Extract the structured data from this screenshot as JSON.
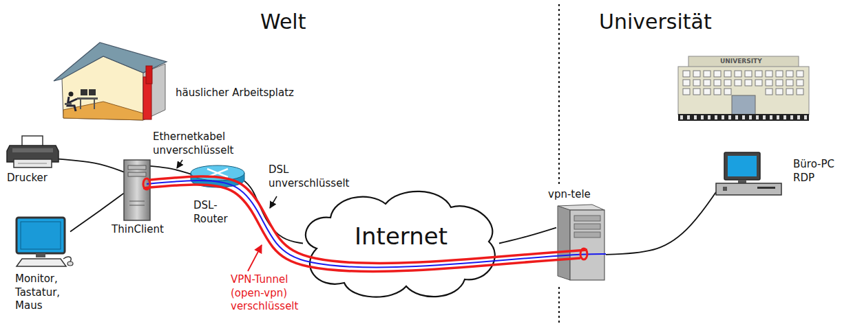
{
  "diagram": {
    "nodes": [
      {
        "text": [
          "Drucker"
        ]
      },
      {
        "text": [
          "Monitor, Tastatur, Maus"
        ]
      },
      {
        "text": [
          "ThinClient"
        ]
      },
      {
        "text": [
          "DSL-Router"
        ]
      },
      {
        "text": [
          "Internet"
        ]
      },
      {
        "text": [
          "vpn-tele"
        ]
      },
      {
        "text": [
          "Büro-PC RDP"
        ]
      }
    ],
    "edges": [
      {
        "from": 0,
        "to": 2,
        "arrow": "none"
      },
      {
        "from": 1,
        "to": 2,
        "arrow": "none"
      },
      {
        "from": 2,
        "to": 3,
        "arrow": "none"
      },
      {
        "from": 3,
        "to": 4,
        "arrow": "none"
      },
      {
        "from": 4,
        "to": 5,
        "arrow": "none"
      },
      {
        "from": 5,
        "to": 6,
        "arrow": "none"
      }
    ],
    "labels": [
      "Welt",
      "Universität",
      "häuslicher Arbeitsplatz",
      "UNIVERSITY",
      "Ethernetkabel unverschlüsselt",
      "DSL unverschlüsselt",
      "VPN-Tunnel (open-vpn) verschlüsselt"
    ]
  }
}
